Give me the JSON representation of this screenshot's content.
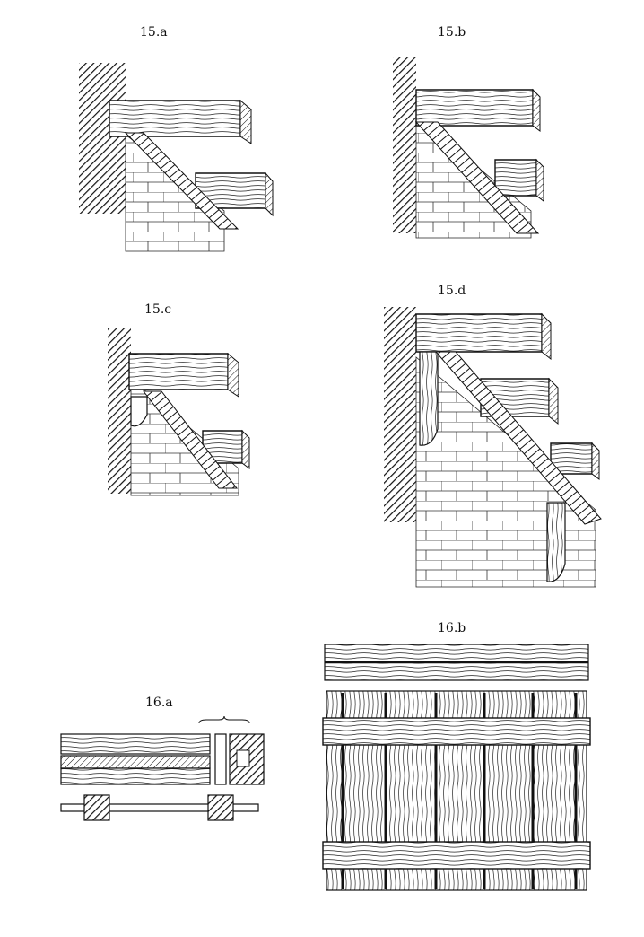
{
  "figures": [
    {
      "id": "15a",
      "label": "15.a"
    },
    {
      "id": "15b",
      "label": "15.b"
    },
    {
      "id": "15c",
      "label": "15.c"
    },
    {
      "id": "15d",
      "label": "15.d"
    },
    {
      "id": "16a",
      "label": "16.a"
    },
    {
      "id": "16b",
      "label": "16.b"
    }
  ],
  "colors": {
    "ink": "#111111",
    "paper": "#ffffff"
  }
}
